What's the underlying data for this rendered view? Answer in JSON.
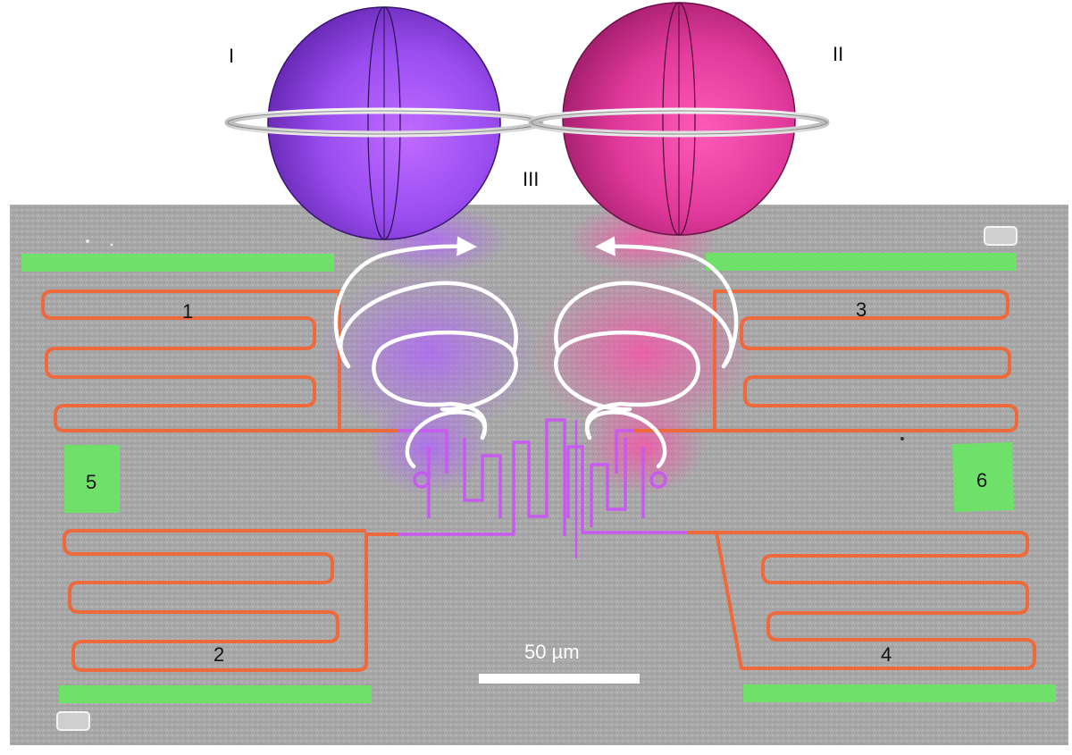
{
  "labels": {
    "sphere_left": "I",
    "sphere_right": "II",
    "coupler": "III",
    "resonator_1": "1",
    "resonator_2": "2",
    "resonator_3": "3",
    "resonator_4": "4",
    "pad_5": "5",
    "pad_6": "6",
    "scale_bar": "50 µm"
  },
  "colors": {
    "substrate": "#a9a9a9",
    "resonator": "#ee6a3c",
    "capacitor_pad": "#6fe06a",
    "qubit_circuit": "#c85af0",
    "sphere_left": "#9a4df0",
    "sphere_right": "#e23a9c",
    "arrows": "#ffffff"
  },
  "icons": {
    "left_sphere": "bloch-sphere-icon",
    "right_sphere": "bloch-sphere-icon",
    "rings": "ring-icon",
    "arrows": "curved-arrow-icon"
  }
}
